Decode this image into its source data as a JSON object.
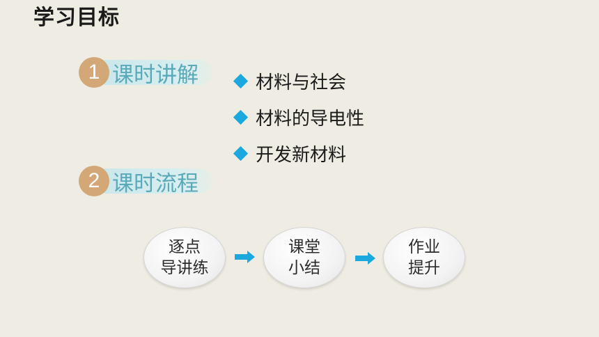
{
  "page": {
    "title": "学习目标"
  },
  "sections": [
    {
      "number": "1",
      "label": "课时讲解"
    },
    {
      "number": "2",
      "label": "课时流程"
    }
  ],
  "bullets": [
    "材料与社会",
    "材料的导电性",
    "开发新材料"
  ],
  "flow": {
    "steps": [
      {
        "line1": "逐点",
        "line2": "导讲练"
      },
      {
        "line1": "课堂",
        "line2": "小结"
      },
      {
        "line1": "作业",
        "line2": "提升"
      }
    ],
    "arrow_color": "#1aa8df"
  },
  "colors": {
    "background": "#efede3",
    "number_circle": "#d3a876",
    "section_label": "#5aa9b8",
    "bullet_diamond": "#1aa8df"
  }
}
